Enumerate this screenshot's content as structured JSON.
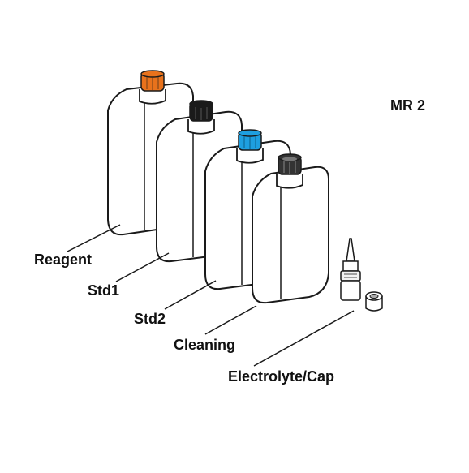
{
  "model_label": "MR 2",
  "labels": {
    "reagent": "Reagent",
    "std1": "Std1",
    "std2": "Std2",
    "cleaning": "Cleaning",
    "electrolyte_cap": "Electrolyte/Cap"
  },
  "cap_colors": {
    "reagent": "#e8721c",
    "std1": "#1a1a1a",
    "std2": "#1e9fe0",
    "cleaning": "#333333"
  },
  "outline_color": "#1a1a1a"
}
